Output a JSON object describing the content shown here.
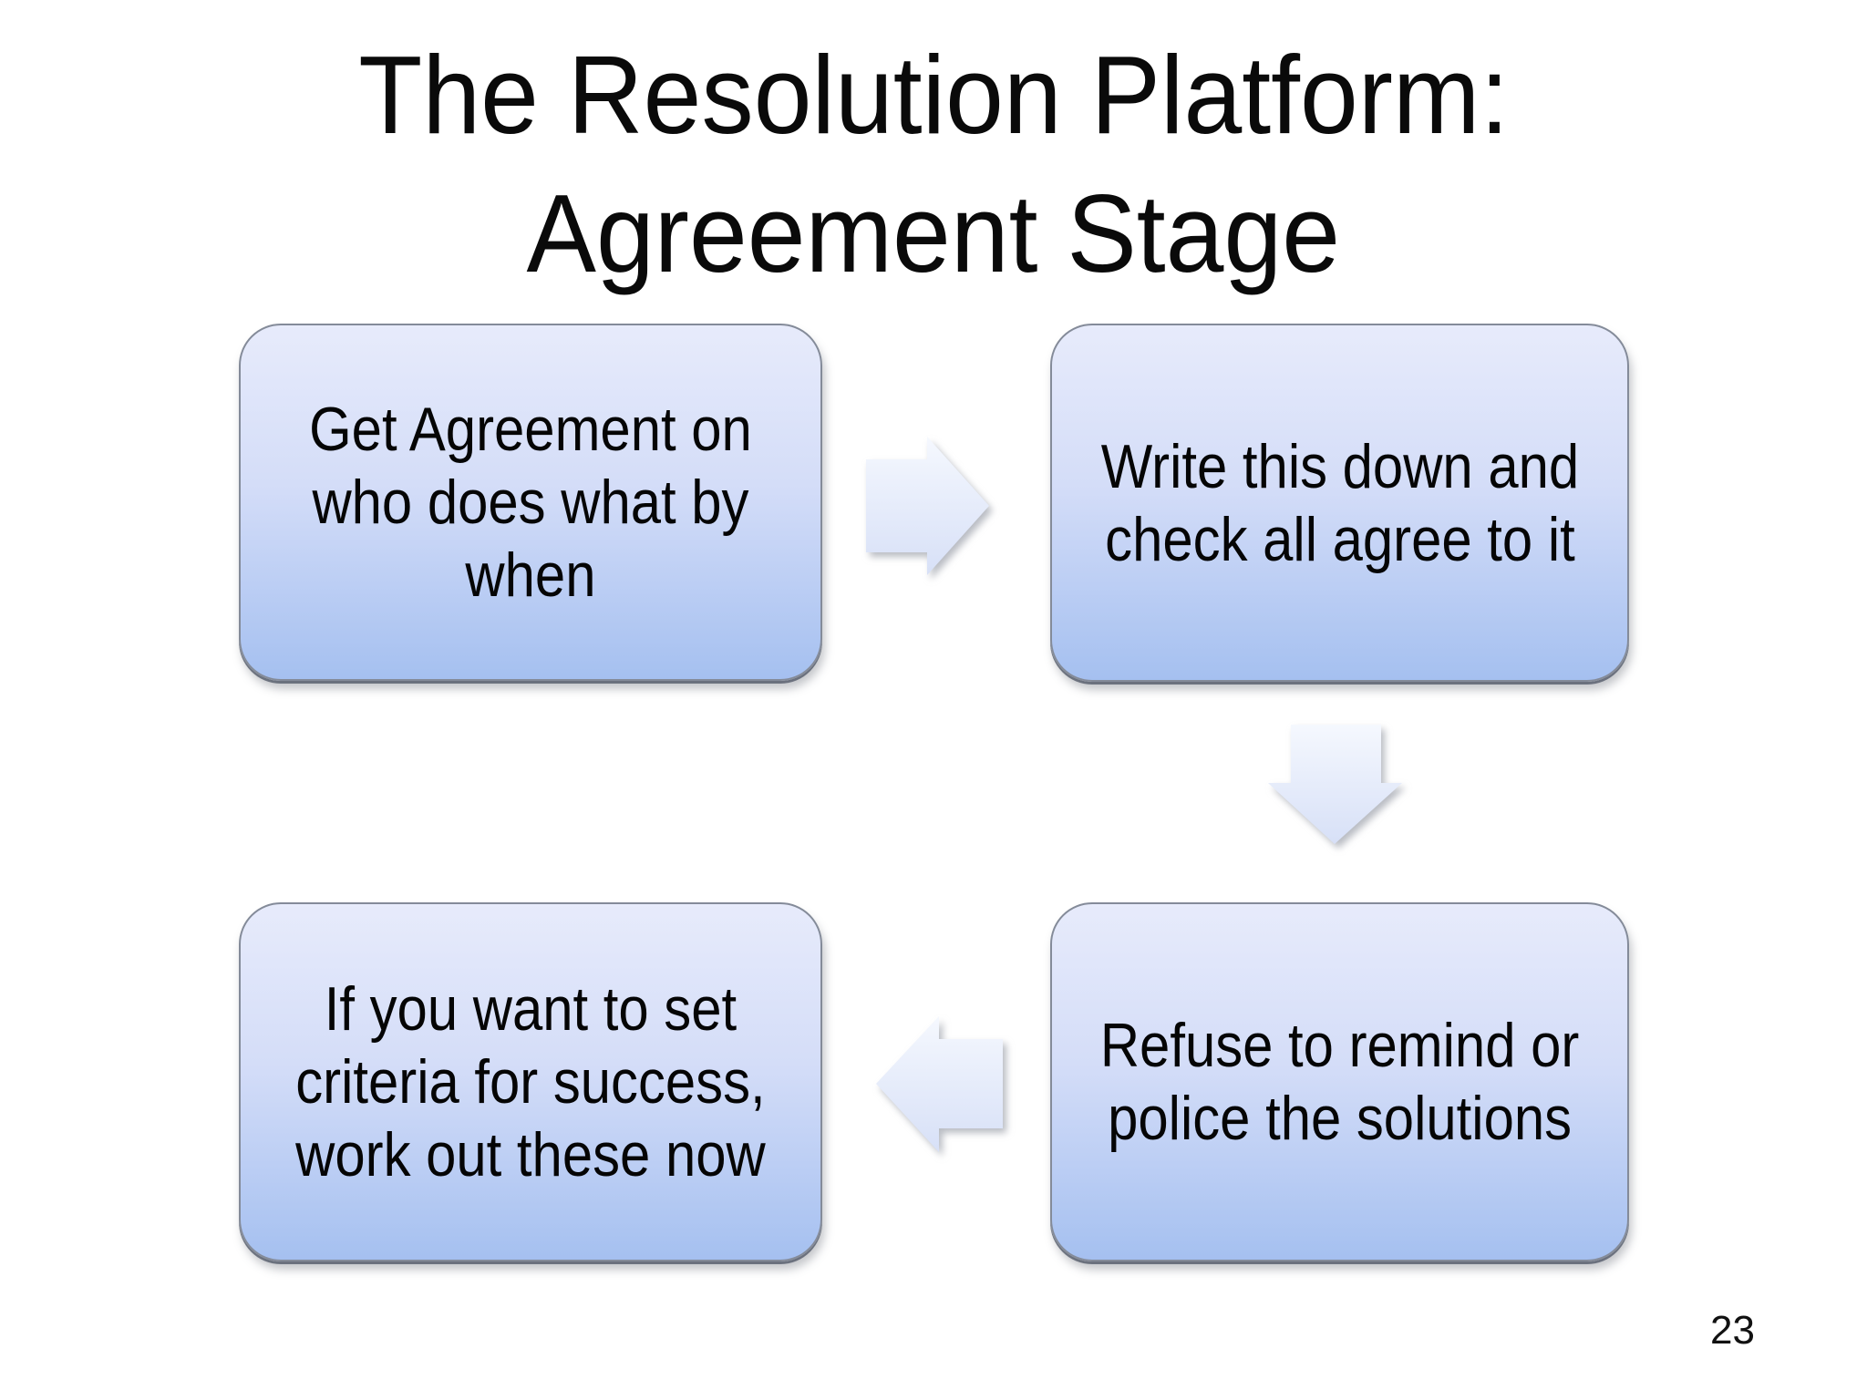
{
  "slide": {
    "title_line1": "The Resolution Platform:",
    "title_line2": "Agreement Stage",
    "page_number": "23"
  },
  "flow": {
    "boxes": [
      {
        "position": "top-left",
        "text": "Get Agreement on\nwho does what by\nwhen"
      },
      {
        "position": "top-right",
        "text": "Write this down and\ncheck all agree to it"
      },
      {
        "position": "bottom-right",
        "text": "Refuse to remind or\npolice the solutions"
      },
      {
        "position": "bottom-left",
        "text": "If you want to set\ncriteria for success,\nwork out these now"
      }
    ],
    "arrows": [
      {
        "name": "right-arrow",
        "direction": "right",
        "connects": "top-left to top-right"
      },
      {
        "name": "down-arrow",
        "direction": "down",
        "connects": "top-right to bottom-right"
      },
      {
        "name": "left-arrow",
        "direction": "left",
        "connects": "bottom-right to bottom-left"
      }
    ],
    "colors": {
      "box_gradient_top": "#e7ebfb",
      "box_gradient_bottom": "#a5c0f0",
      "box_border": "#848b99",
      "arrow_gradient_top": "#f5f8fe",
      "arrow_gradient_bottom": "#d7e0f7",
      "text": "#000000",
      "background": "#ffffff"
    }
  }
}
